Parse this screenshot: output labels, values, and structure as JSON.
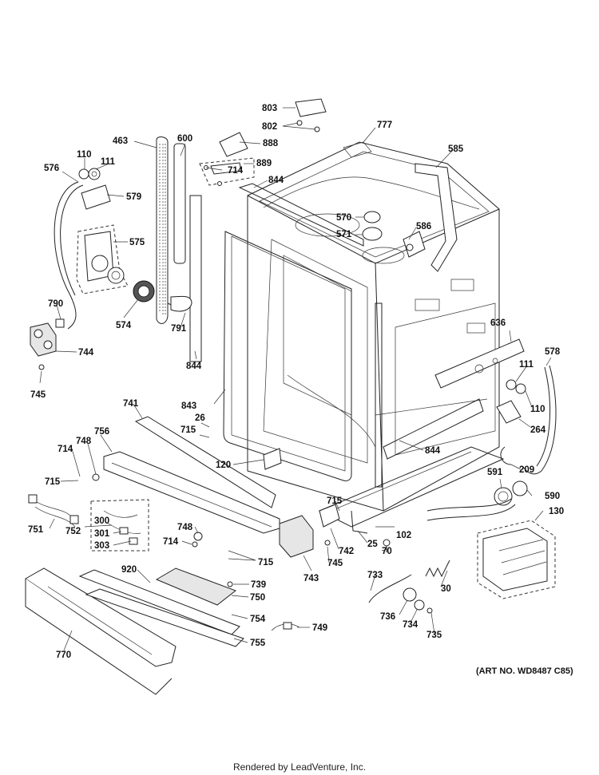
{
  "diagram": {
    "art_number": "(ART NO. WD8487 C85)",
    "rendered_by": "Rendered by LeadVenture, Inc.",
    "callouts": [
      {
        "id": "803"
      },
      {
        "id": "802"
      },
      {
        "id": "777"
      },
      {
        "id": "463"
      },
      {
        "id": "600"
      },
      {
        "id": "888"
      },
      {
        "id": "110"
      },
      {
        "id": "111"
      },
      {
        "id": "576"
      },
      {
        "id": "714"
      },
      {
        "id": "889"
      },
      {
        "id": "844"
      },
      {
        "id": "585"
      },
      {
        "id": "579"
      },
      {
        "id": "570"
      },
      {
        "id": "571"
      },
      {
        "id": "586"
      },
      {
        "id": "575"
      },
      {
        "id": "574"
      },
      {
        "id": "791"
      },
      {
        "id": "790"
      },
      {
        "id": "744"
      },
      {
        "id": "636"
      },
      {
        "id": "578"
      },
      {
        "id": "111"
      },
      {
        "id": "110"
      },
      {
        "id": "745"
      },
      {
        "id": "844"
      },
      {
        "id": "843"
      },
      {
        "id": "741"
      },
      {
        "id": "26"
      },
      {
        "id": "715"
      },
      {
        "id": "264"
      },
      {
        "id": "756"
      },
      {
        "id": "748"
      },
      {
        "id": "714"
      },
      {
        "id": "844"
      },
      {
        "id": "120"
      },
      {
        "id": "209"
      },
      {
        "id": "715"
      },
      {
        "id": "591"
      },
      {
        "id": "590"
      },
      {
        "id": "715"
      },
      {
        "id": "300"
      },
      {
        "id": "130"
      },
      {
        "id": "751"
      },
      {
        "id": "752"
      },
      {
        "id": "301"
      },
      {
        "id": "748"
      },
      {
        "id": "102"
      },
      {
        "id": "303"
      },
      {
        "id": "714"
      },
      {
        "id": "25"
      },
      {
        "id": "742"
      },
      {
        "id": "70"
      },
      {
        "id": "715"
      },
      {
        "id": "745"
      },
      {
        "id": "743"
      },
      {
        "id": "920"
      },
      {
        "id": "733"
      },
      {
        "id": "739"
      },
      {
        "id": "30"
      },
      {
        "id": "750"
      },
      {
        "id": "736"
      },
      {
        "id": "734"
      },
      {
        "id": "754"
      },
      {
        "id": "749"
      },
      {
        "id": "735"
      },
      {
        "id": "755"
      },
      {
        "id": "770"
      }
    ]
  }
}
